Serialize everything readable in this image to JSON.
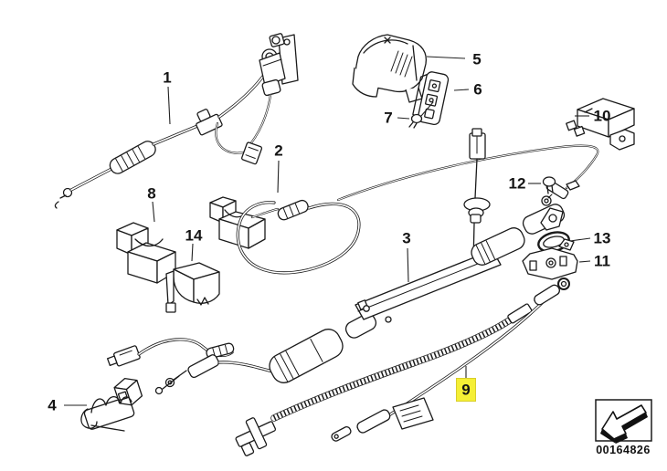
{
  "diagram": {
    "background_color": "#ffffff",
    "line_color": "#1a1a1a",
    "highlight_color": "#f5ef35",
    "stamp": {
      "code": "00164826",
      "icon": "diagonal-arrow-down-left"
    },
    "callouts": [
      {
        "label": "1",
        "highlighted": false
      },
      {
        "label": "2",
        "highlighted": false
      },
      {
        "label": "3",
        "highlighted": false
      },
      {
        "label": "4",
        "highlighted": false
      },
      {
        "label": "5",
        "highlighted": false
      },
      {
        "label": "6",
        "highlighted": false
      },
      {
        "label": "7",
        "highlighted": false
      },
      {
        "label": "8",
        "highlighted": false
      },
      {
        "label": "9",
        "highlighted": true
      },
      {
        "label": "10",
        "highlighted": false
      },
      {
        "label": "11",
        "highlighted": false
      },
      {
        "label": "12",
        "highlighted": false
      },
      {
        "label": "13",
        "highlighted": false
      },
      {
        "label": "14",
        "highlighted": false
      }
    ]
  }
}
